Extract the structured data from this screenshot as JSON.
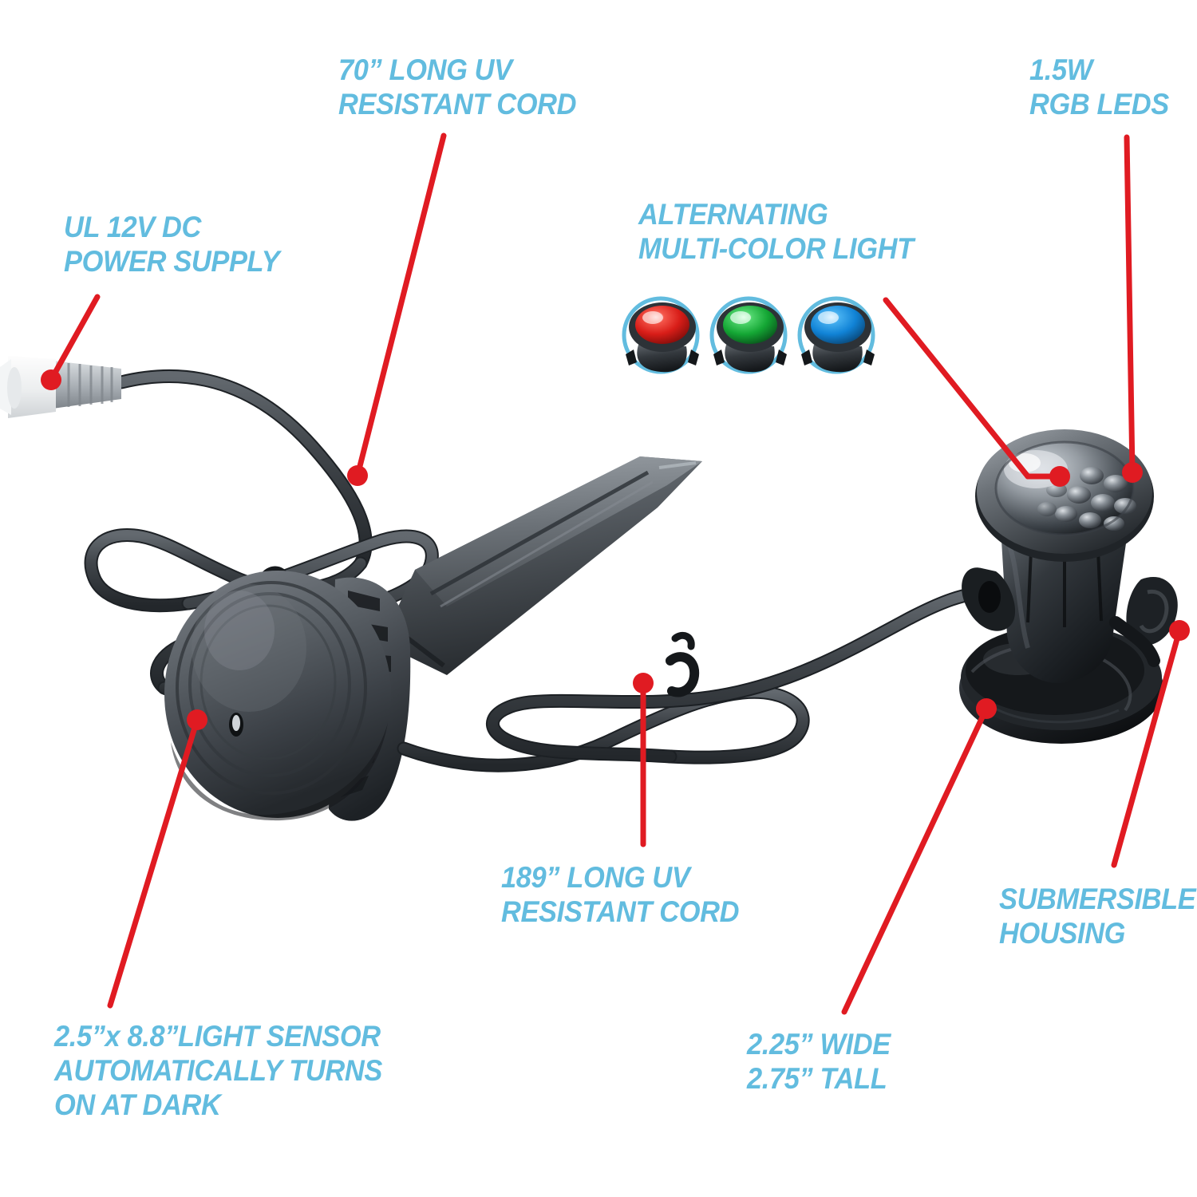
{
  "meta": {
    "diagram_title": "Solar/LED Pond Spot Light Feature Callouts",
    "background_color": "#ffffff",
    "callout_text_color": "#62bcdf",
    "leader_line_color": "#e01b22"
  },
  "callouts": [
    {
      "id": "power-supply",
      "text": "UL 12V DC\nPOWER SUPPLY",
      "points_to": "dc-barrel-connector"
    },
    {
      "id": "cord-70",
      "text": "70” LONG UV\nRESISTANT CORD",
      "points_to": "coiled-power-cord"
    },
    {
      "id": "alternating-color",
      "text": "ALTERNATING\nMULTI-COLOR LIGHT",
      "points_to": "led-dome-lens"
    },
    {
      "id": "rgb-leds",
      "text": "1.5W\nRGB LEDS",
      "points_to": "led-cluster"
    },
    {
      "id": "cord-189",
      "text": "189” LONG UV\nRESISTANT CORD",
      "points_to": "fixture-cord-bundle"
    },
    {
      "id": "light-sensor",
      "text": "2.5”x 8.8”LIGHT SENSOR\nAUTOMATICALLY TURNS\nON AT DARK",
      "points_to": "sensor-dome"
    },
    {
      "id": "dimensions",
      "text": "2.25” WIDE\n2.75” TALL",
      "points_to": "submersible-base"
    },
    {
      "id": "submersible-housing",
      "text": "SUBMERSIBLE\nHOUSING",
      "points_to": "side-mount-clip"
    }
  ],
  "color_swatches": {
    "label": "Alternating multi-color light samples",
    "items": [
      {
        "name": "red-light-sample",
        "color": "#e02b20",
        "ring_color": "#62bcdf"
      },
      {
        "name": "green-light-sample",
        "color": "#1faa3c",
        "ring_color": "#62bcdf"
      },
      {
        "name": "blue-light-sample",
        "color": "#1b8fdd",
        "ring_color": "#62bcdf"
      }
    ]
  },
  "products": [
    {
      "name": "ground-spike-light-with-sensor",
      "parts": [
        "dc-barrel-connector",
        "coiled-power-cord",
        "sensor-dome",
        "ground-stake",
        "fixture-cord-bundle"
      ]
    },
    {
      "name": "submersible-rgb-light",
      "parts": [
        "led-dome-lens",
        "led-cluster",
        "side-mount-clip",
        "submersible-base"
      ]
    }
  ]
}
